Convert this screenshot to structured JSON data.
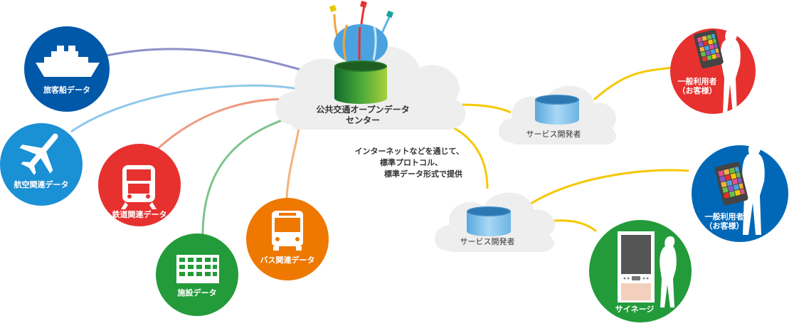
{
  "center": {
    "title_line1": "公共交通オープンデータ",
    "title_line2": "センター"
  },
  "annotation": {
    "line1": "インターネットなどを通じて、",
    "line2": "標準プロトコル、",
    "line3": "標準データ形式で提供"
  },
  "sources": [
    {
      "label": "旅客船データ",
      "icon": "ship-icon",
      "color": "#0058a9"
    },
    {
      "label": "航空関連データ",
      "icon": "airplane-icon",
      "color": "#1a90d5"
    },
    {
      "label": "鉄道関連データ",
      "icon": "train-icon",
      "color": "#e6312f"
    },
    {
      "label": "施設データ",
      "icon": "building-icon",
      "color": "#239b3a"
    },
    {
      "label": "バス関連データ",
      "icon": "bus-icon",
      "color": "#ee7800"
    }
  ],
  "developers": [
    {
      "label": "サービス開発者"
    },
    {
      "label": "サービス開発者"
    }
  ],
  "consumers": [
    {
      "label_line1": "一般利用者",
      "label_line2": "（お客様）",
      "icon": "smartphone-woman-icon",
      "color": "#e6312f"
    },
    {
      "label_line1": "一般利用者",
      "label_line2": "（お客様）",
      "icon": "smartphone-man-icon",
      "color": "#0068b7"
    },
    {
      "label_line1": "サイネージ",
      "label_line2": "",
      "icon": "signage-icon",
      "color": "#239b3a"
    }
  ],
  "colors": {
    "connector_yellow": "#f5c800",
    "cloud": "#eeeeee",
    "drum_blue": "#8ec9ef"
  }
}
